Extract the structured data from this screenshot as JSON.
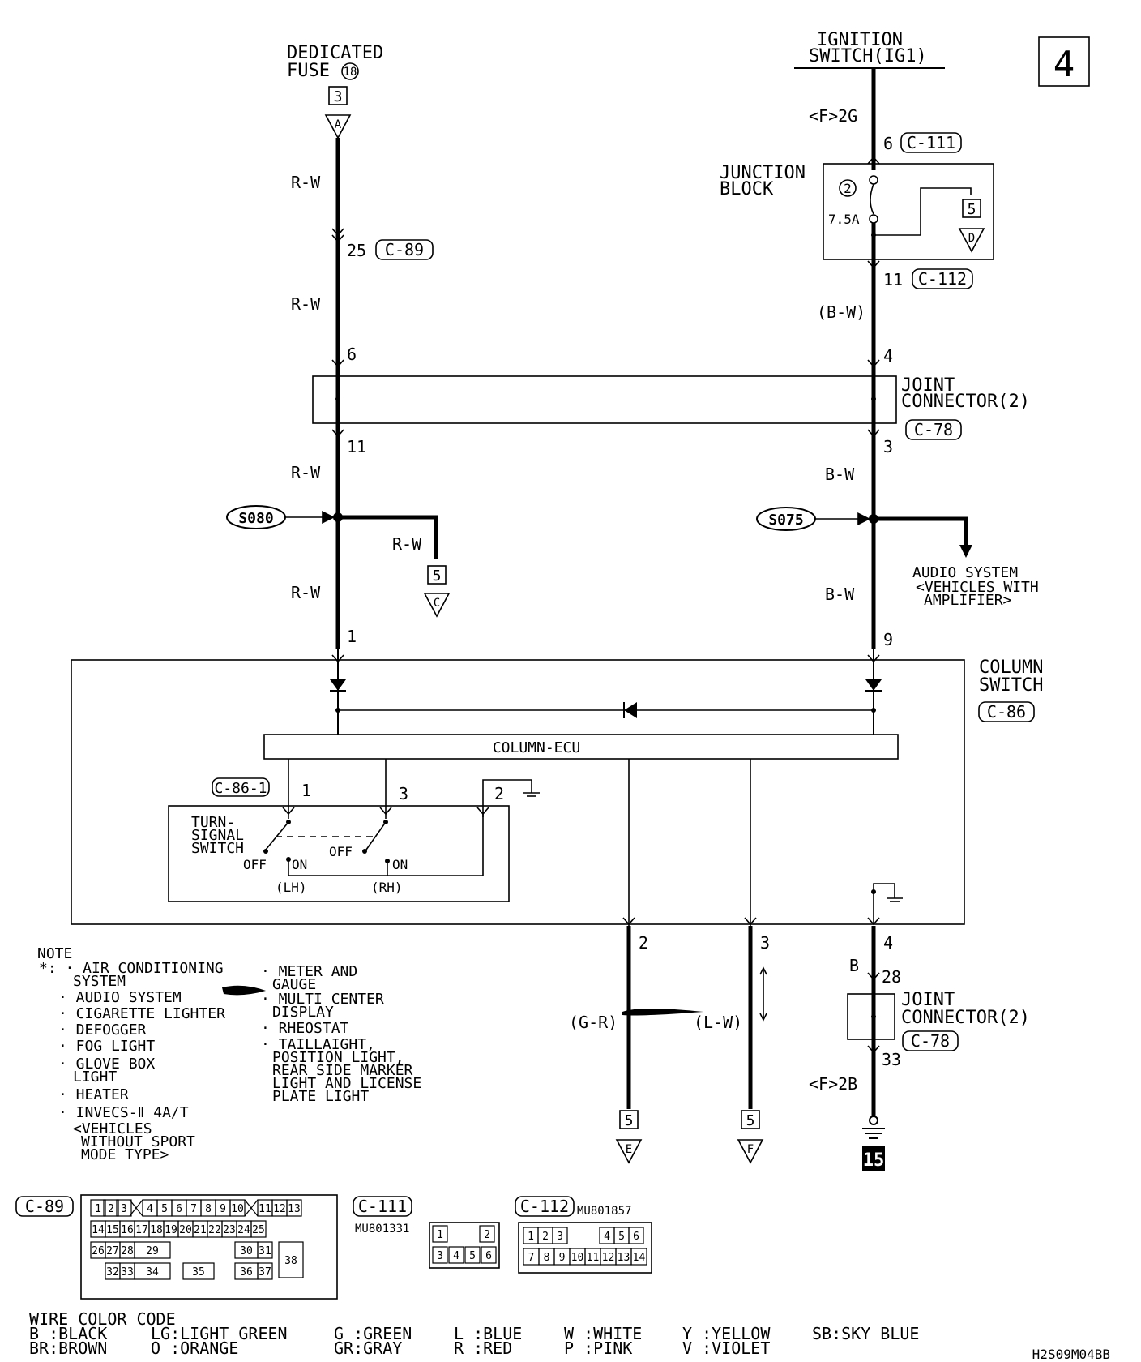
{
  "page": {
    "page_number": "4",
    "code": "H2S09M04BB"
  },
  "top": {
    "dedicated_fuse": [
      "DEDICATED",
      "FUSE"
    ],
    "fuse_number": "18",
    "fuse_box": "3",
    "fuse_triangle": "A",
    "ignition_switch": [
      "IGNITION",
      "SWITCH(IG1)"
    ]
  },
  "left_wire": {
    "color_1": "R-W",
    "connector_c89_pin": "25",
    "connector_c89": "C-89",
    "color_2": "R-W",
    "joint_pin_in": "6",
    "joint_pin_out": "11",
    "color_3": "R-W",
    "splice": "S080",
    "branch_color": "R-W",
    "branch_box": "5",
    "branch_triangle": "C",
    "color_4": "R-W",
    "column_pin": "1"
  },
  "right_wire": {
    "ig_pin_label": "<F>2G",
    "c111_pin": "6",
    "connector_c111": "C-111",
    "junction_block": [
      "JUNCTION",
      "BLOCK"
    ],
    "fuse_no": "2",
    "fuse_rating": "7.5A",
    "jb_box": "5",
    "jb_triangle": "D",
    "c112_pin": "11",
    "connector_c112": "C-112",
    "color_1": "(B-W)",
    "joint_pin_in": "4",
    "joint_pin_out": "3",
    "color_2": "B-W",
    "splice": "S075",
    "audio": [
      "AUDIO SYSTEM",
      "<VEHICLES WITH",
      "AMPLIFIER>"
    ],
    "color_3": "B-W",
    "column_pin": "9"
  },
  "joint_connector": {
    "label": [
      "JOINT",
      "CONNECTOR(2)"
    ],
    "connector": "C-78"
  },
  "column_switch": {
    "label": [
      "COLUMN",
      "SWITCH"
    ],
    "connector": "C-86",
    "ecu": "COLUMN-ECU",
    "sub_connector": "C-86-1",
    "pins": [
      "1",
      "3",
      "2"
    ],
    "turn_signal": [
      "TURN-",
      "SIGNAL",
      "SWITCH"
    ],
    "off": "OFF",
    "on": "ON",
    "lh": "(LH)",
    "rh": "(RH)"
  },
  "bottom_outputs": {
    "out1_pin": "2",
    "out1_color": "(G-R)",
    "out1_box": "5",
    "out1_triangle": "E",
    "out2_pin": "3",
    "out2_color": "(L-W)",
    "out2_box": "5",
    "out2_triangle": "F",
    "ground_pin": "4",
    "ground_color": "B",
    "joint_in": "28",
    "joint_label": [
      "JOINT",
      "CONNECTOR(2)"
    ],
    "joint_connector": "C-78",
    "joint_out": "33",
    "ground_label": "<F>2B",
    "ground_ref": "15"
  },
  "note": {
    "title": "NOTE",
    "col1": [
      "*: · AIR CONDITIONING",
      "SYSTEM",
      "· AUDIO SYSTEM",
      "· CIGARETTE LIGHTER",
      "· DEFOGGER",
      "· FOG LIGHT",
      "· GLOVE BOX",
      "LIGHT",
      "· HEATER",
      "· INVECS-Ⅱ 4A/T",
      "<VEHICLES",
      "WITHOUT SPORT",
      "MODE TYPE>"
    ],
    "col2": [
      "· METER AND",
      "GAUGE",
      "· MULTI CENTER",
      "DISPLAY",
      "· RHEOSTAT",
      "· TAILLAIGHT,",
      "POSITION LIGHT,",
      "REAR SIDE MARKER",
      "LIGHT AND LICENSE",
      "PLATE LIGHT"
    ]
  },
  "connectors": {
    "c89": {
      "name": "C-89",
      "row1": [
        "1",
        "2",
        "3",
        "4",
        "5",
        "6",
        "7",
        "8",
        "9",
        "10",
        "11",
        "12",
        "13"
      ],
      "row2": [
        "14",
        "15",
        "16",
        "17",
        "18",
        "19",
        "20",
        "21",
        "22",
        "23",
        "24",
        "25"
      ],
      "row3": [
        "26",
        "27",
        "28",
        "29",
        "30",
        "31",
        "38"
      ],
      "row4": [
        "32",
        "33",
        "34",
        "35",
        "36",
        "37"
      ]
    },
    "c111": {
      "name": "C-111",
      "part": "MU801331",
      "row1": [
        "1",
        "2"
      ],
      "row2": [
        "3",
        "4",
        "5",
        "6"
      ]
    },
    "c112": {
      "name": "C-112",
      "part": "MU801857",
      "row1": [
        "1",
        "2",
        "3",
        "4",
        "5",
        "6"
      ],
      "row2": [
        "7",
        "8",
        "9",
        "10",
        "11",
        "12",
        "13",
        "14"
      ]
    }
  },
  "wire_color_code": {
    "title": "WIRE COLOR CODE",
    "entries": [
      [
        "B :BLACK",
        "BR:BROWN"
      ],
      [
        "LG:LIGHT GREEN",
        "O :ORANGE"
      ],
      [
        "G :GREEN",
        "GR:GRAY"
      ],
      [
        "L :BLUE",
        "R :RED"
      ],
      [
        "W :WHITE",
        "P :PINK"
      ],
      [
        "Y :YELLOW",
        "V :VIOLET"
      ],
      [
        "SB:SKY BLUE",
        ""
      ]
    ]
  }
}
